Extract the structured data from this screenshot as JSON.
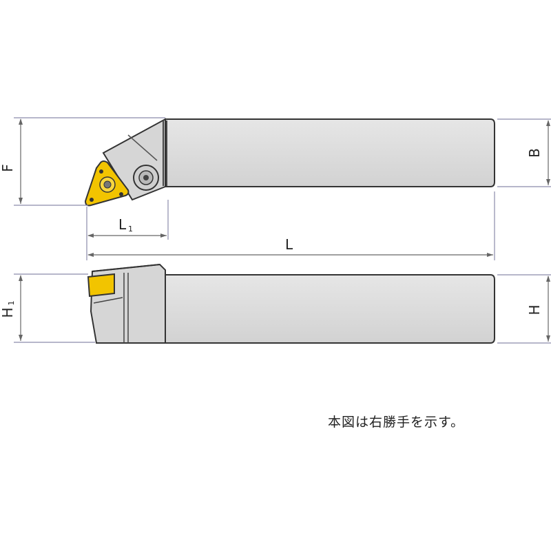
{
  "dimensions": {
    "F": "F",
    "B": "B",
    "L1_main": "L",
    "L1_sub": "1",
    "L": "L",
    "H1_main": "H",
    "H1_sub": "1",
    "H": "H"
  },
  "note": "本図は右勝手を示す。",
  "colors": {
    "body": "#dcdcdc",
    "outline": "#333333",
    "insert": "#f2c400",
    "dimension_line": "#8a8aaa"
  }
}
